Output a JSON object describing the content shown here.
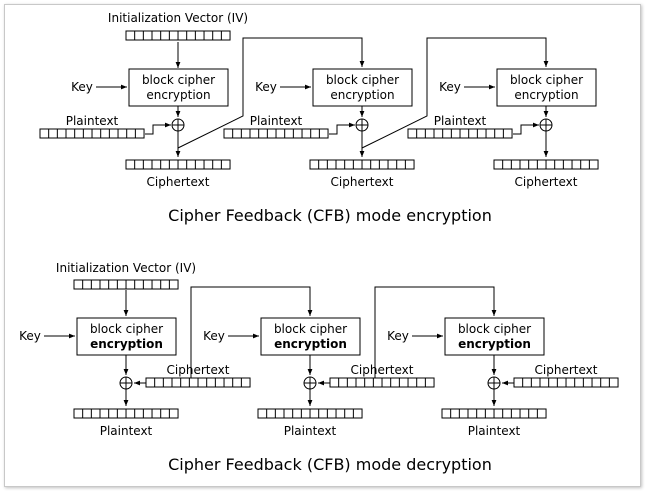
{
  "encryption": {
    "iv_label": "Initialization Vector (IV)",
    "key_label": "Key",
    "block_line1": "block cipher",
    "block_line2": "encryption",
    "plaintext_label": "Plaintext",
    "ciphertext_label": "Ciphertext",
    "caption": "Cipher Feedback (CFB) mode encryption"
  },
  "decryption": {
    "iv_label": "Initialization Vector (IV)",
    "key_label": "Key",
    "block_line1": "block cipher",
    "block_line2": "encryption",
    "ciphertext_label": "Ciphertext",
    "plaintext_label": "Plaintext",
    "caption": "Cipher Feedback (CFB) mode decryption"
  }
}
